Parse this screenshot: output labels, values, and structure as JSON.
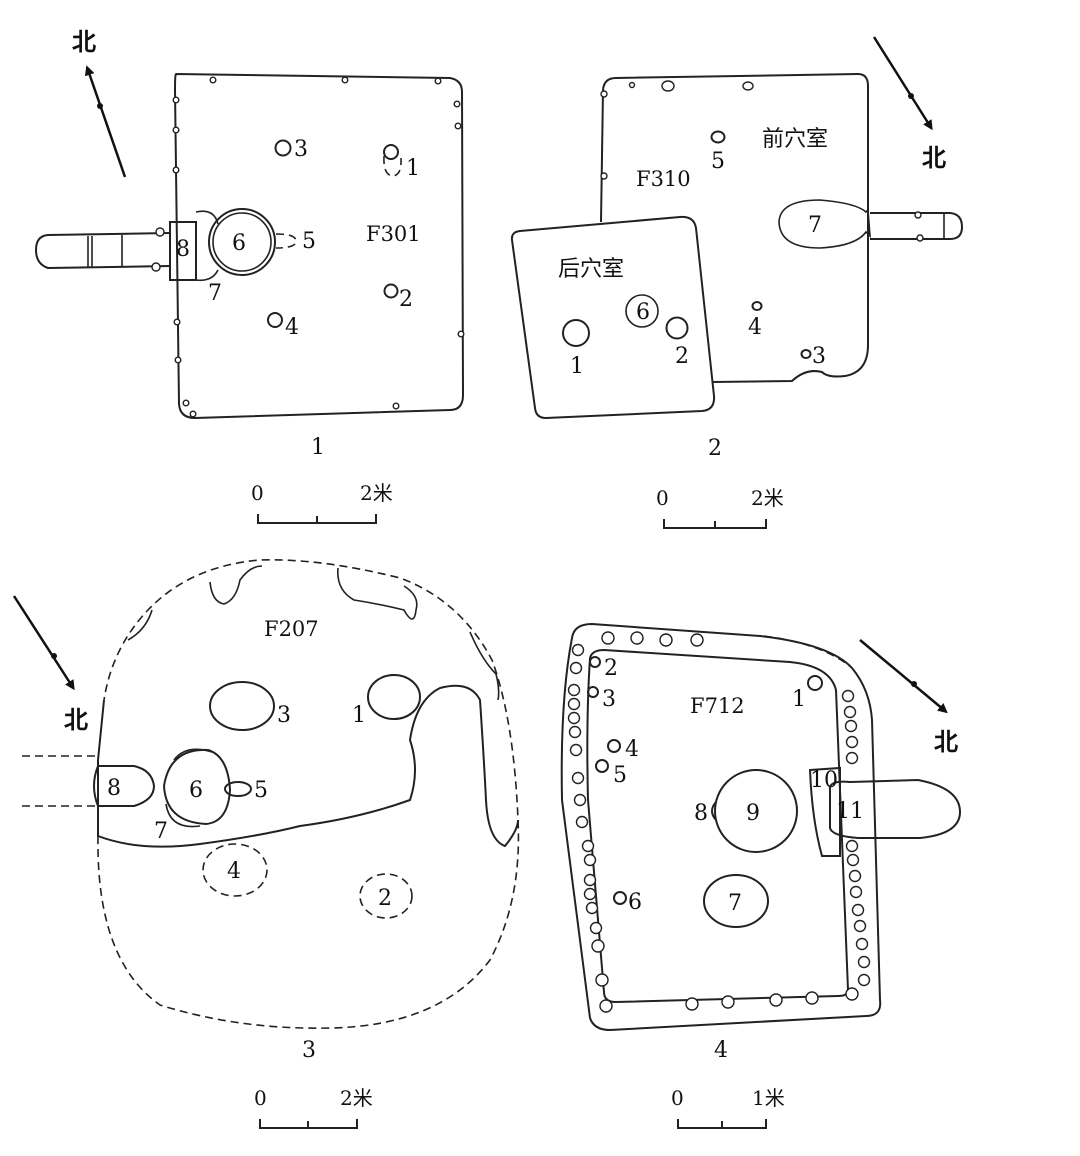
{
  "north_label": "北",
  "panels": [
    {
      "caption": "1",
      "code": "F301",
      "features": [
        "1",
        "2",
        "3",
        "4",
        "5",
        "6",
        "7",
        "8"
      ],
      "scale": {
        "zero": "0",
        "end": "2米"
      }
    },
    {
      "caption": "2",
      "code": "F310",
      "rooms": {
        "front": "前穴室",
        "rear": "后穴室"
      },
      "features": [
        "1",
        "2",
        "3",
        "4",
        "5",
        "6",
        "7"
      ],
      "scale": {
        "zero": "0",
        "end": "2米"
      }
    },
    {
      "caption": "3",
      "code": "F207",
      "features": [
        "1",
        "2",
        "3",
        "4",
        "5",
        "6",
        "7",
        "8"
      ],
      "scale": {
        "zero": "0",
        "end": "2米"
      }
    },
    {
      "caption": "4",
      "code": "F712",
      "features": [
        "1",
        "2",
        "3",
        "4",
        "5",
        "6",
        "7",
        "8",
        "9",
        "10",
        "11"
      ],
      "scale": {
        "zero": "0",
        "end": "1米"
      }
    }
  ]
}
